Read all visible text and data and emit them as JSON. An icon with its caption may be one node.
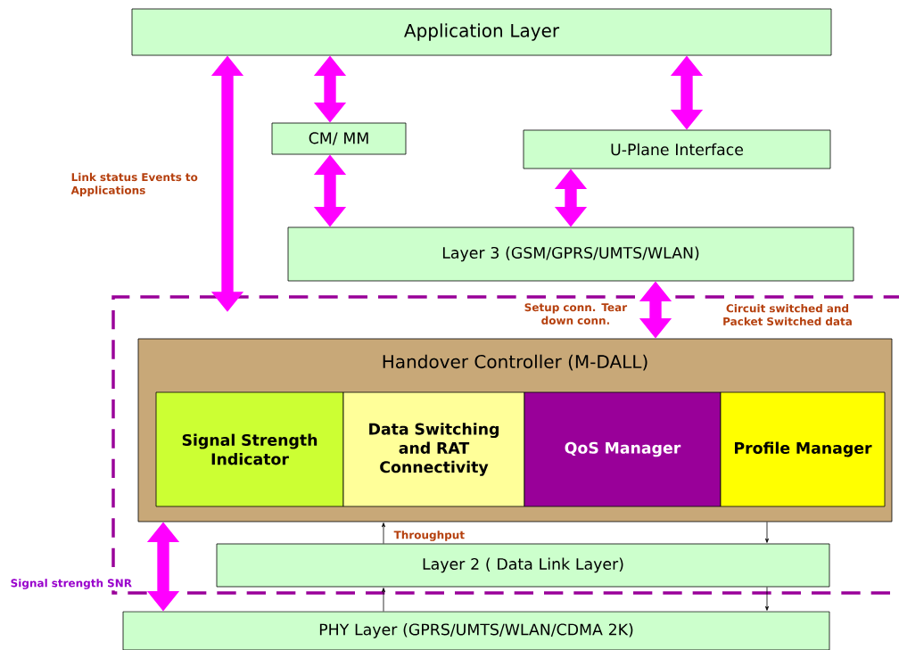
{
  "diagram": {
    "nodes": [
      {
        "text": [
          "Application Layer"
        ]
      },
      {
        "text": [
          "CM/ MM"
        ]
      },
      {
        "text": [
          "U-Plane Interface"
        ]
      },
      {
        "text": [
          "Layer 3 (GSM/GPRS/UMTS/WLAN)"
        ]
      },
      {
        "text": [
          "Handover Controller (M-DALL)"
        ]
      },
      {
        "text": [
          "Signal Strength Indicator"
        ],
        "in": 4
      },
      {
        "text": [
          "Data Switching and RAT Connectivity"
        ],
        "in": 4
      },
      {
        "text": [
          "QoS Manager"
        ],
        "in": 4
      },
      {
        "text": [
          "Profile Manager"
        ],
        "in": 4
      },
      {
        "text": [
          "Layer 2 ( Data Link Layer)"
        ]
      },
      {
        "text": [
          "PHY Layer (GPRS/UMTS/WLAN/CDMA 2K)"
        ]
      }
    ],
    "edges": [
      {
        "from": 0,
        "to": 1,
        "arrow": "both"
      },
      {
        "from": 1,
        "to": 3,
        "arrow": "both"
      },
      {
        "from": 0,
        "to": 2,
        "arrow": "both"
      },
      {
        "from": 2,
        "to": 3,
        "arrow": "both"
      },
      {
        "from": 0,
        "to": null,
        "arrow": "both",
        "label": "Link status  Events to Applications"
      },
      {
        "from": 3,
        "to": 4,
        "arrow": "both",
        "label": "Setup conn. Tear down conn."
      },
      {
        "from": 4,
        "to": 10,
        "arrow": "both",
        "label": "Signal strength SNR"
      },
      {
        "from": 9,
        "to": 4,
        "arrow": "to",
        "color": "#000000",
        "label": "Throughput"
      },
      {
        "from": 10,
        "to": 9,
        "arrow": "to",
        "color": "#000000"
      },
      {
        "from": 4,
        "to": 9,
        "arrow": "to",
        "color": "#000000"
      },
      {
        "from": 9,
        "to": 10,
        "arrow": "to",
        "color": "#000000"
      }
    ],
    "labels": [
      "Circuit switched and Packet Switched data"
    ]
  }
}
